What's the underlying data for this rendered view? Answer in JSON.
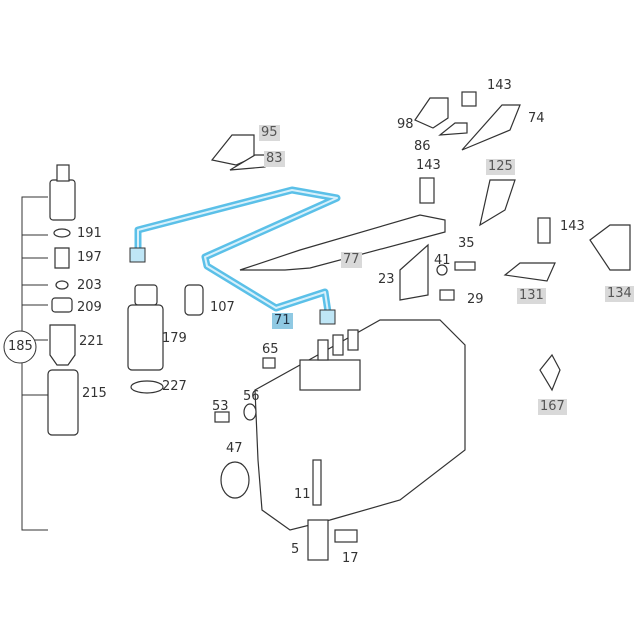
{
  "diagram": {
    "highlight_color": "#5bc0e8",
    "selected_part": "71",
    "group_label": "185",
    "labels": [
      {
        "id": "95",
        "style": "gray"
      },
      {
        "id": "83",
        "style": "gray"
      },
      {
        "id": "143",
        "style": "plain"
      },
      {
        "id": "98",
        "style": "plain"
      },
      {
        "id": "86",
        "style": "plain"
      },
      {
        "id": "74",
        "style": "plain"
      },
      {
        "id": "143",
        "style": "plain"
      },
      {
        "id": "125",
        "style": "gray"
      },
      {
        "id": "143",
        "style": "plain"
      },
      {
        "id": "191",
        "style": "plain"
      },
      {
        "id": "197",
        "style": "plain"
      },
      {
        "id": "203",
        "style": "plain"
      },
      {
        "id": "209",
        "style": "plain"
      },
      {
        "id": "221",
        "style": "plain"
      },
      {
        "id": "215",
        "style": "plain"
      },
      {
        "id": "107",
        "style": "plain"
      },
      {
        "id": "179",
        "style": "plain"
      },
      {
        "id": "227",
        "style": "plain"
      },
      {
        "id": "77",
        "style": "gray"
      },
      {
        "id": "71",
        "style": "blue"
      },
      {
        "id": "35",
        "style": "plain"
      },
      {
        "id": "41",
        "style": "plain"
      },
      {
        "id": "23",
        "style": "plain"
      },
      {
        "id": "29",
        "style": "plain"
      },
      {
        "id": "131",
        "style": "gray"
      },
      {
        "id": "134",
        "style": "gray"
      },
      {
        "id": "65",
        "style": "plain"
      },
      {
        "id": "53",
        "style": "plain"
      },
      {
        "id": "56",
        "style": "plain"
      },
      {
        "id": "47",
        "style": "plain"
      },
      {
        "id": "167",
        "style": "gray"
      },
      {
        "id": "11",
        "style": "plain"
      },
      {
        "id": "5",
        "style": "plain"
      },
      {
        "id": "17",
        "style": "plain"
      }
    ]
  }
}
